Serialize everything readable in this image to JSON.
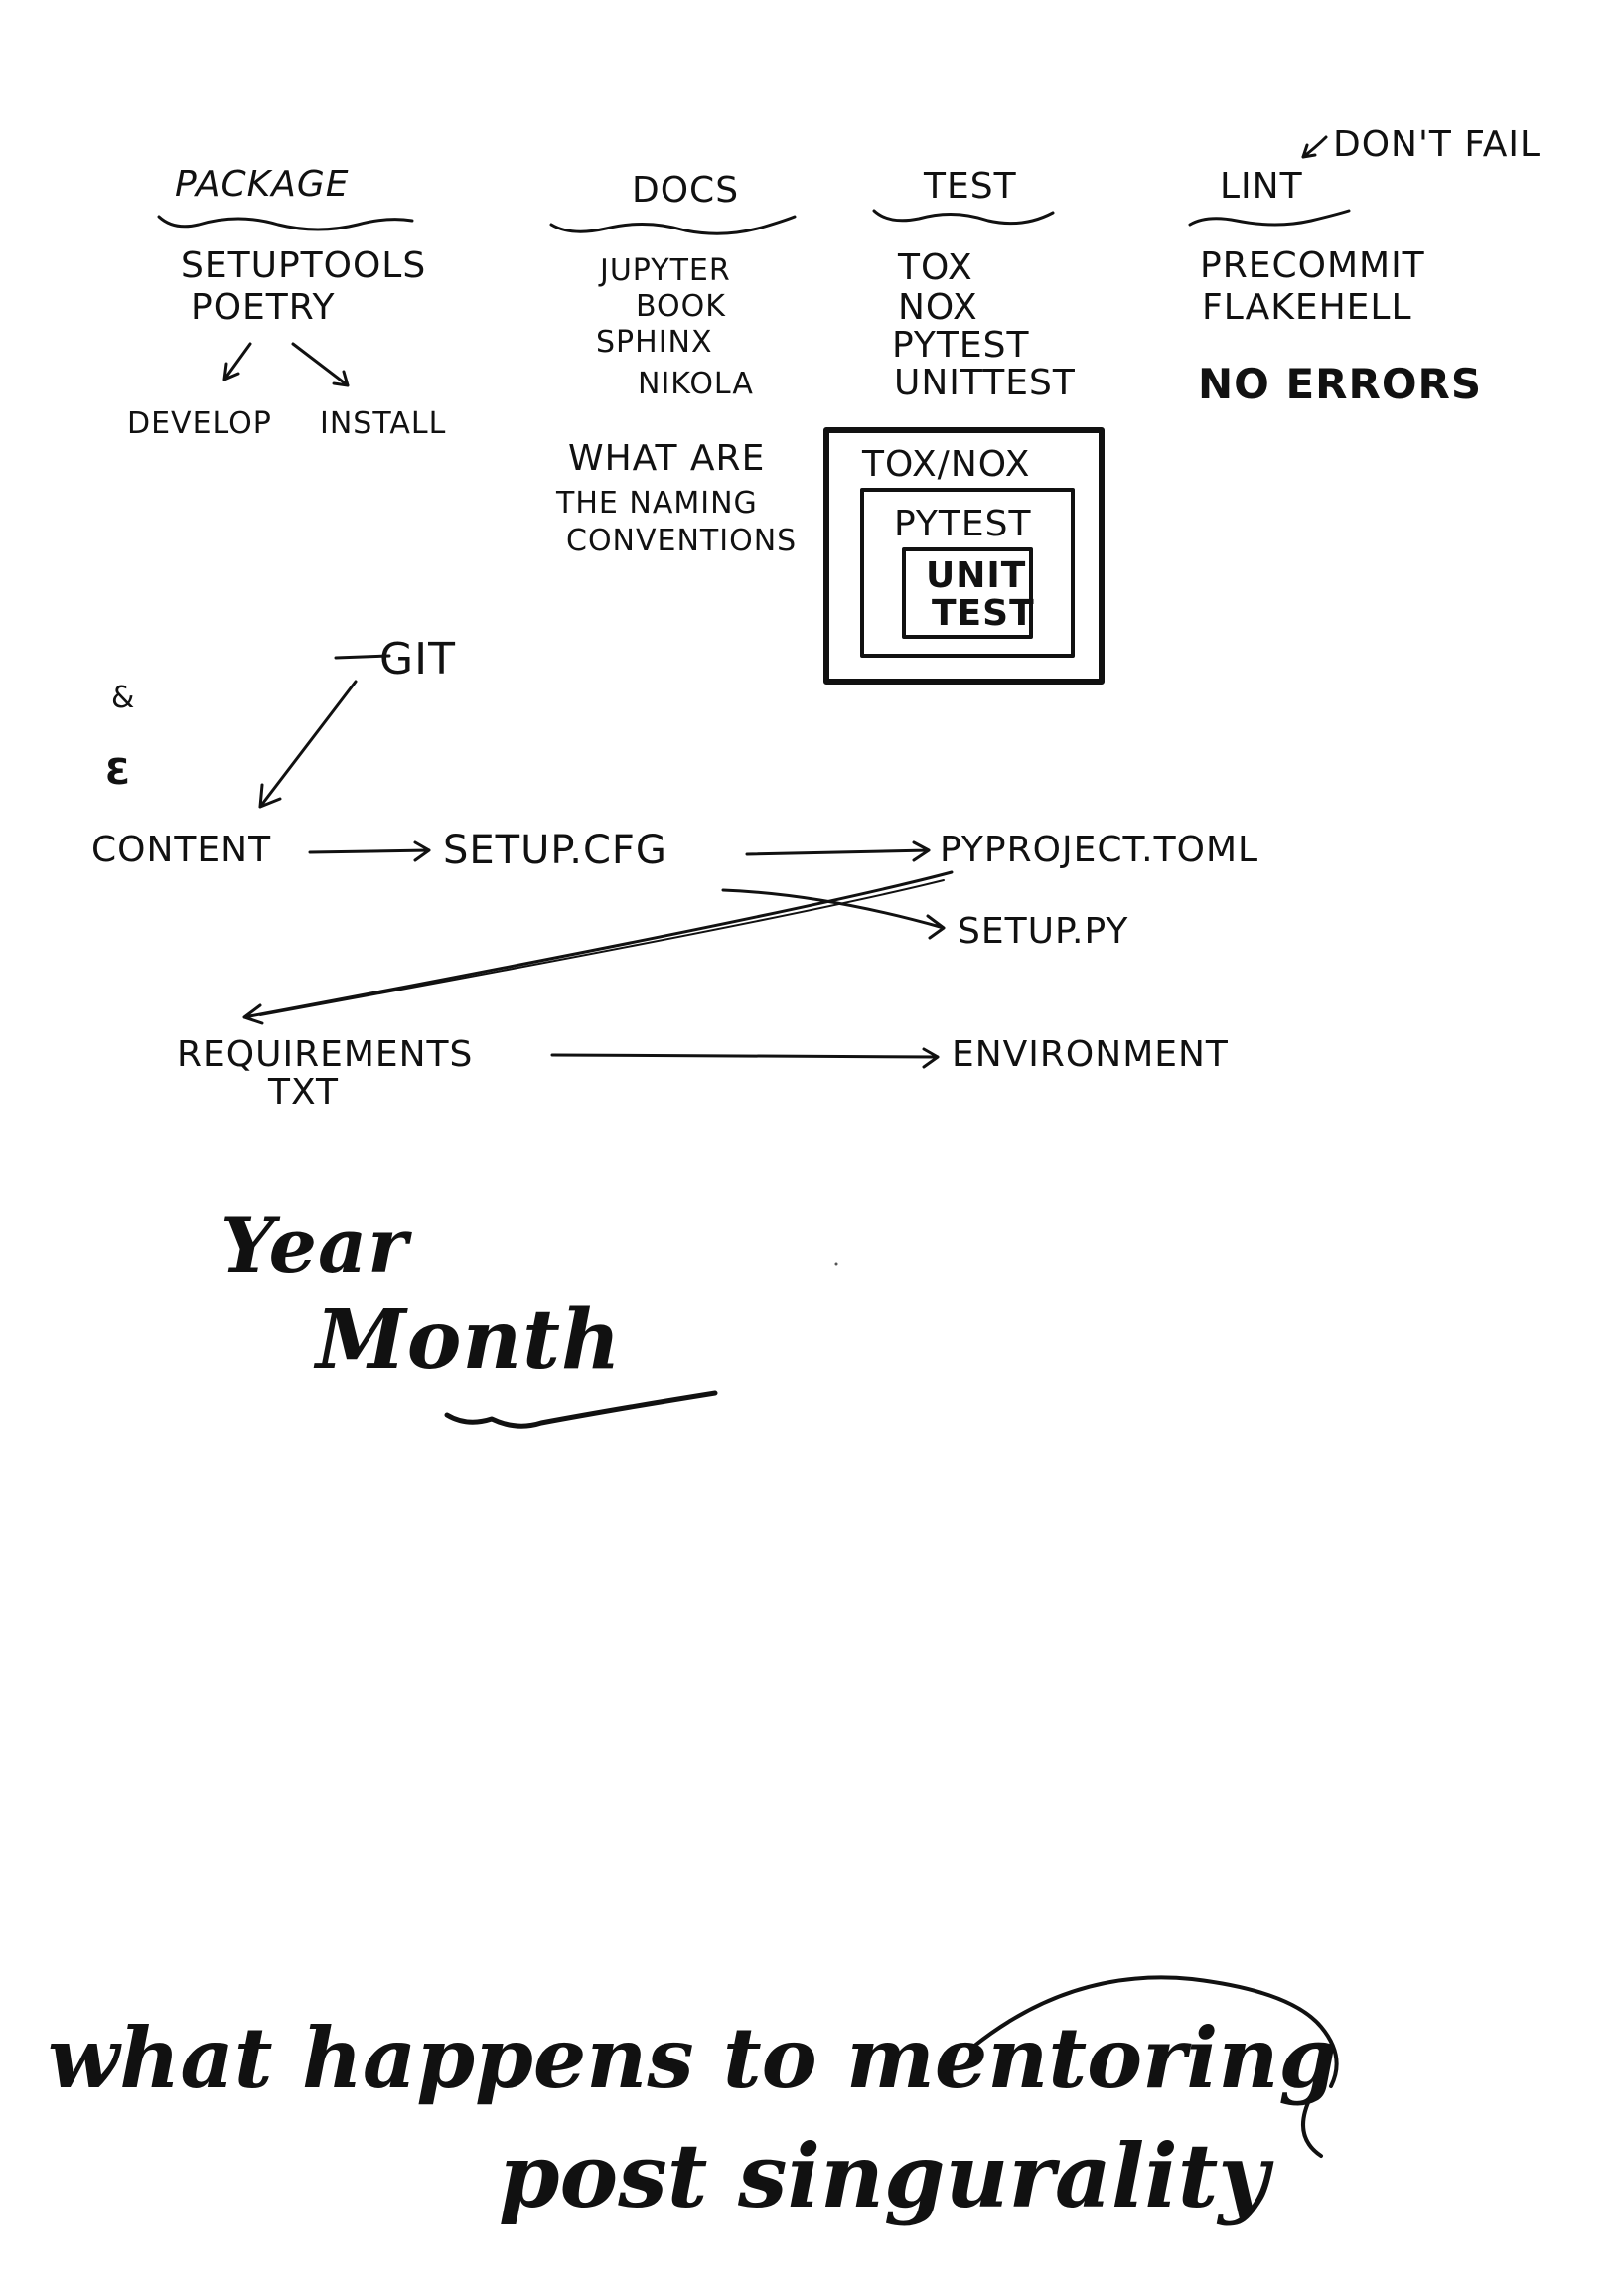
{
  "columns": {
    "package": {
      "heading": "PACKAGE",
      "items": [
        "SETUPTOOLS",
        "POETRY"
      ],
      "branches": [
        "DEVELOP",
        "INSTALL"
      ]
    },
    "docs": {
      "heading": "DOCS",
      "items": [
        "JUPYTER",
        "BOOK",
        "SPHINX",
        "NIKOLA"
      ]
    },
    "test": {
      "heading": "TEST",
      "items": [
        "TOX",
        "NOX",
        "PYTEST",
        "UNITTEST"
      ]
    },
    "lint": {
      "heading": "LINT",
      "annotation": "DON'T FAIL",
      "items": [
        "PRECOMMIT",
        "FLAKEHELL"
      ],
      "note": "NO ERRORS"
    }
  },
  "naming_question": [
    "WHAT ARE",
    "THE NAMING",
    "CONVENTIONS"
  ],
  "nested_boxes": {
    "outer": "TOX/NOX",
    "middle": "PYTEST",
    "inner": [
      "UNIT",
      "TEST"
    ]
  },
  "flow": {
    "git": "GIT",
    "content": "CONTENT",
    "setup_cfg": "SETUP.CFG",
    "pyproject": "PYPROJECT.TOML",
    "setup_py": "SETUP.PY",
    "requirements": [
      "REQUIREMENTS",
      "TXT"
    ],
    "environment": "ENVIRONMENT"
  },
  "margin_marks": [
    "&",
    "Ɛ"
  ],
  "script_notes": {
    "year": "Year",
    "month": "Month"
  },
  "closing_phrase": [
    "what happens to mentoring",
    "post singurality"
  ],
  "colors": {
    "ink": "#111111",
    "paper": "#ffffff"
  }
}
